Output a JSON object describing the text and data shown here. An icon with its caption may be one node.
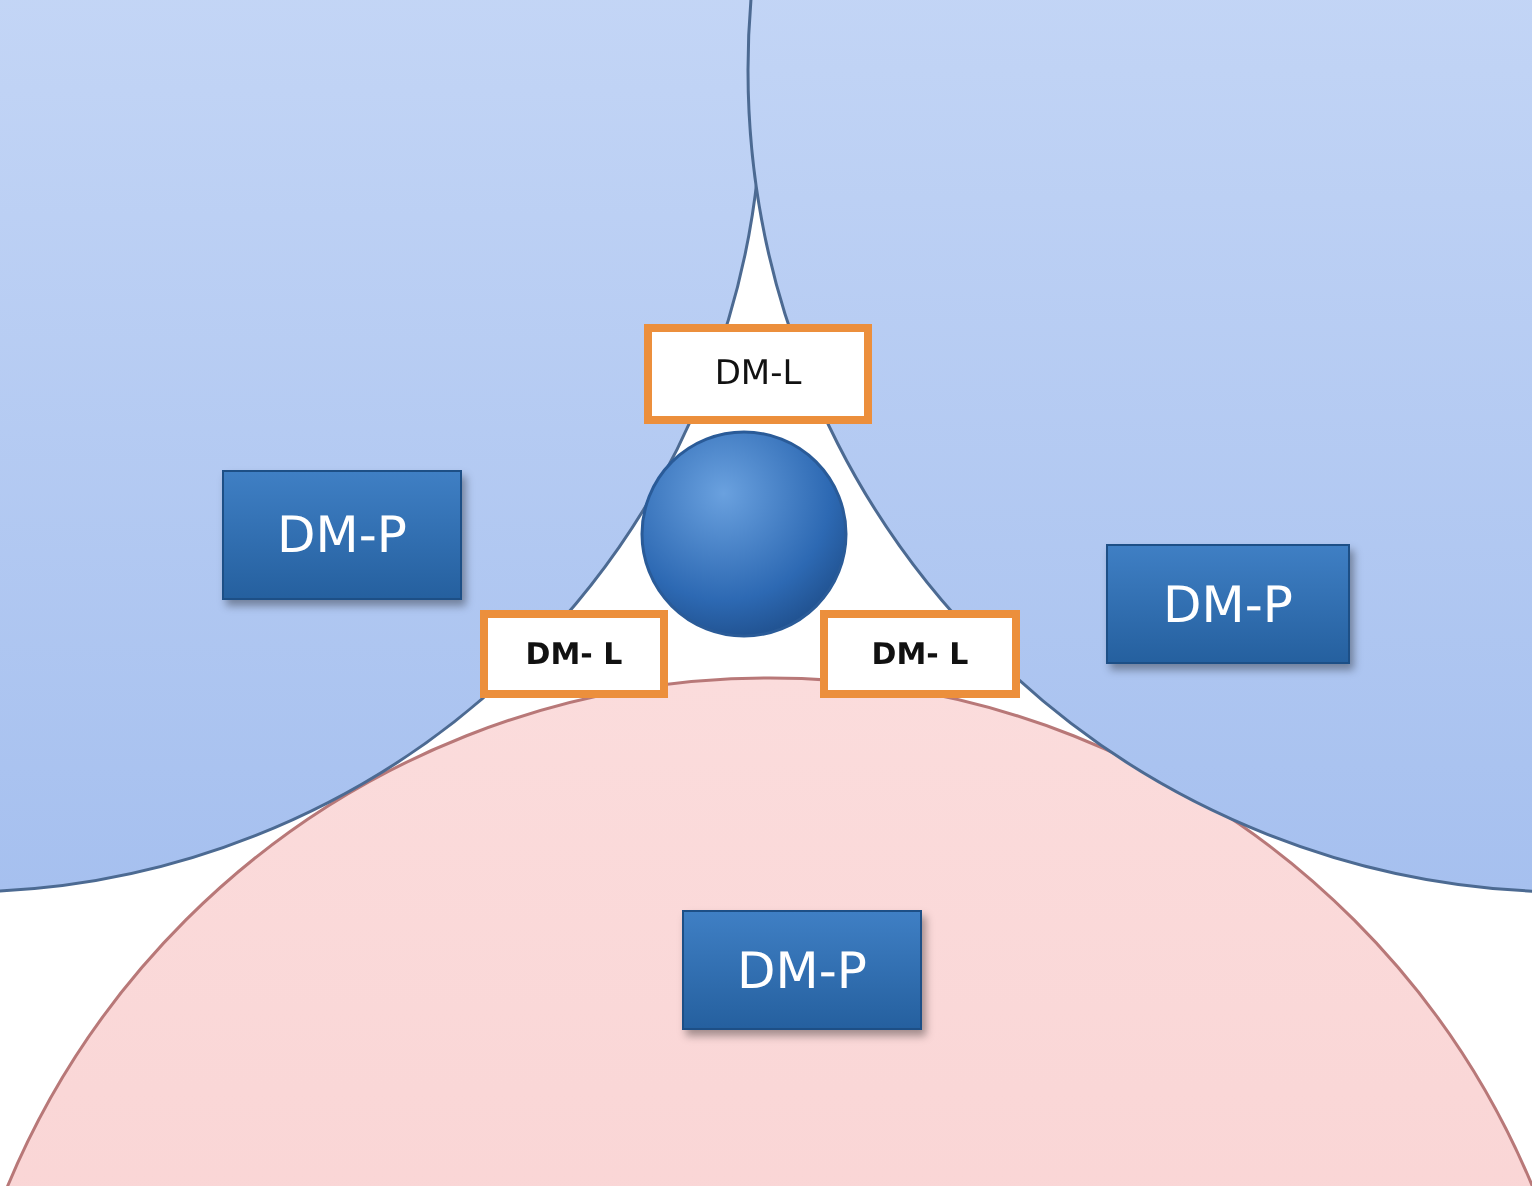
{
  "diagram": {
    "nodes": [
      {
        "text": [],
        "shape": "circle"
      },
      {
        "text": [
          "DM-P"
        ],
        "in": 0
      },
      {
        "text": [],
        "shape": "circle"
      },
      {
        "text": [
          "DM-P"
        ],
        "in": 2
      },
      {
        "text": [],
        "shape": "circle"
      },
      {
        "text": [
          "DM-L"
        ]
      },
      {
        "text": [
          "DM- L"
        ]
      },
      {
        "text": [
          "DM- L"
        ]
      },
      {
        "text": [],
        "shape": "circle"
      },
      {
        "text": [
          "DM-P"
        ],
        "in": 8
      }
    ]
  }
}
